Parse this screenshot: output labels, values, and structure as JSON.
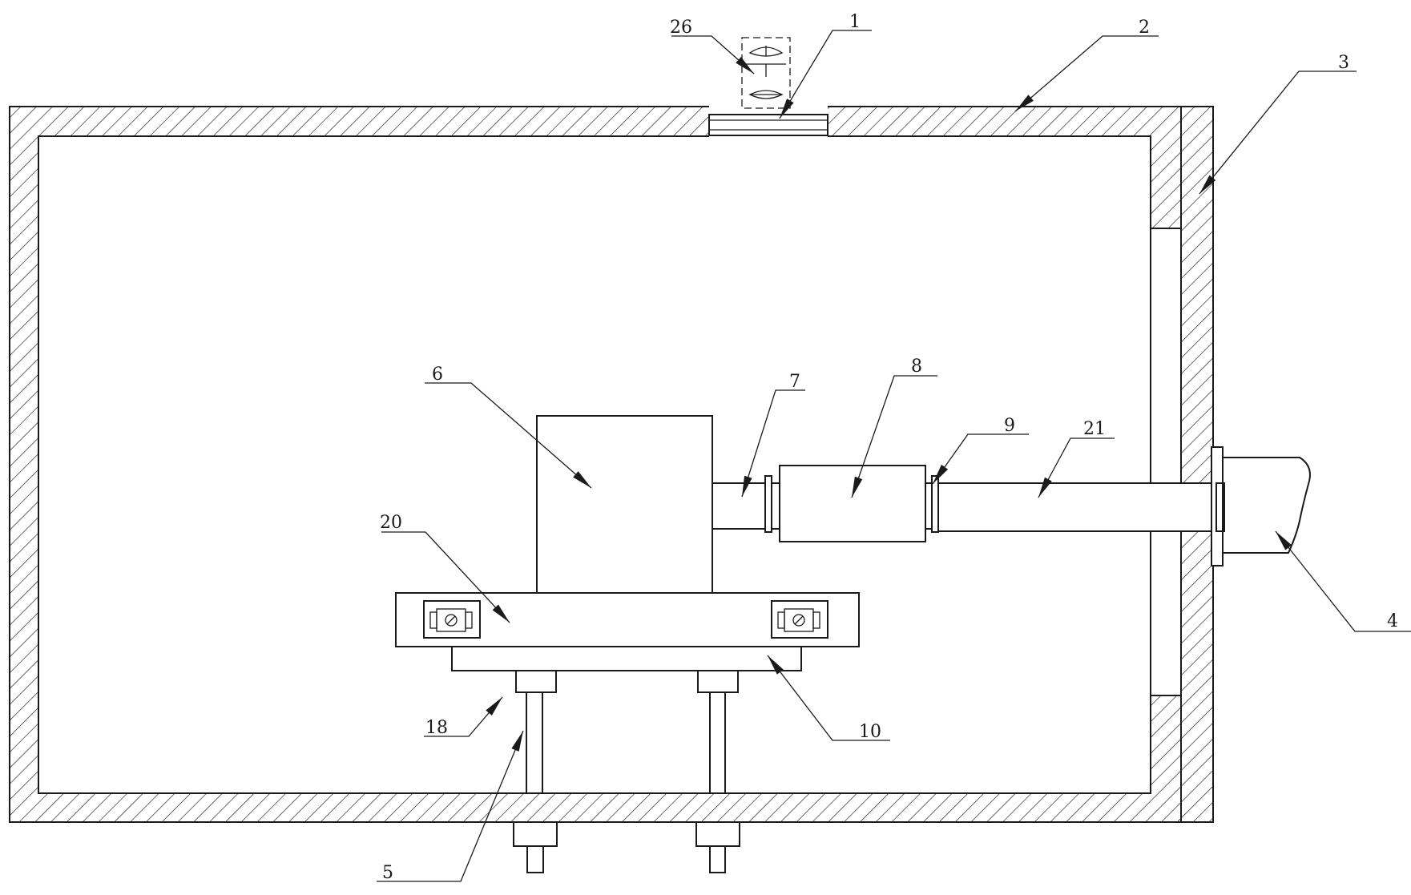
{
  "diagram": {
    "labels": [
      {
        "id": "1",
        "text": "1"
      },
      {
        "id": "2",
        "text": "2"
      },
      {
        "id": "3",
        "text": "3"
      },
      {
        "id": "4",
        "text": "4"
      },
      {
        "id": "5",
        "text": "5"
      },
      {
        "id": "6",
        "text": "6"
      },
      {
        "id": "7",
        "text": "7"
      },
      {
        "id": "8",
        "text": "8"
      },
      {
        "id": "9",
        "text": "9"
      },
      {
        "id": "10",
        "text": "10"
      },
      {
        "id": "18",
        "text": "18"
      },
      {
        "id": "20",
        "text": "20"
      },
      {
        "id": "21",
        "text": "21"
      },
      {
        "id": "26",
        "text": "26"
      }
    ]
  }
}
